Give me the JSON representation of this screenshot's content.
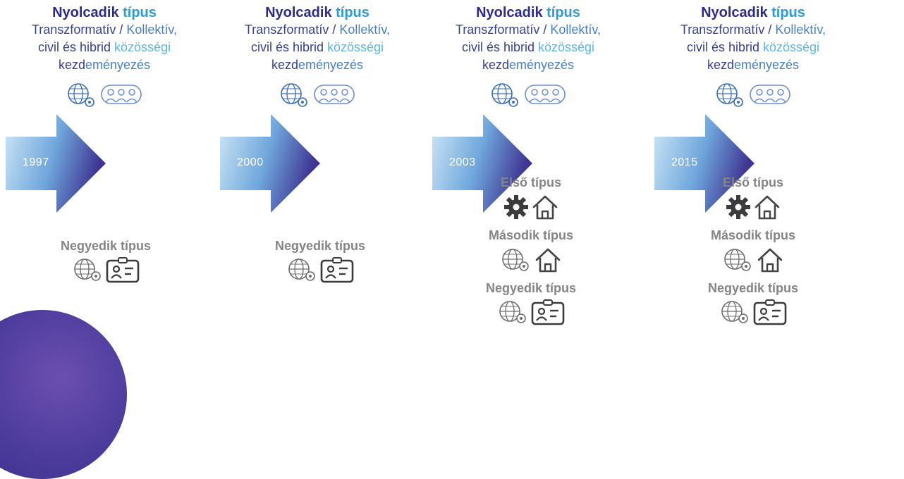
{
  "columns": [
    {
      "year": "1997",
      "top": {
        "title_a": "Nyolcadik",
        "title_b": "típus",
        "line1_a": "Transzformatív / ",
        "line1_b": "Kollektív,",
        "line2_a": "civil és hibrid ",
        "line2_b": "közösségi",
        "line3_a": "kezd",
        "line3_b": "eményezés"
      },
      "bottom": [
        {
          "label": "Negyedik típus",
          "icons": [
            "globe-gear-icon",
            "id-card-icon"
          ]
        }
      ]
    },
    {
      "year": "2000",
      "top": {
        "title_a": "Nyolcadik",
        "title_b": "típus",
        "line1_a": "Transzformatív / ",
        "line1_b": "Kollektív,",
        "line2_a": "civil és hibrid ",
        "line2_b": "közösségi",
        "line3_a": "kezd",
        "line3_b": "eményezés"
      },
      "bottom": [
        {
          "label": "Negyedik típus",
          "icons": [
            "globe-gear-icon",
            "id-card-icon"
          ]
        }
      ]
    },
    {
      "year": "2003",
      "top": {
        "title_a": "Nyolcadik",
        "title_b": "típus",
        "line1_a": "Transzformatív / ",
        "line1_b": "Kollektív,",
        "line2_a": "civil és hibrid ",
        "line2_b": "közösségi",
        "line3_a": "kezd",
        "line3_b": "eményezés"
      },
      "bottom": [
        {
          "label": "Első típus",
          "icons": [
            "gear-icon",
            "house-icon"
          ]
        },
        {
          "label": "Második típus",
          "icons": [
            "globe-gear-icon",
            "house-icon"
          ]
        },
        {
          "label": "Negyedik típus",
          "icons": [
            "globe-gear-icon",
            "id-card-icon"
          ]
        }
      ]
    },
    {
      "year": "2015",
      "top": {
        "title_a": "Nyolcadik",
        "title_b": "típus",
        "line1_a": "Transzformatív / ",
        "line1_b": "Kollektív,",
        "line2_a": "civil és hibrid ",
        "line2_b": "közösségi",
        "line3_a": "kezd",
        "line3_b": "eményezés"
      },
      "bottom": [
        {
          "label": "Első típus",
          "icons": [
            "gear-icon",
            "house-icon"
          ]
        },
        {
          "label": "Második típus",
          "icons": [
            "globe-gear-icon",
            "house-icon"
          ]
        },
        {
          "label": "Negyedik típus",
          "icons": [
            "globe-gear-icon",
            "id-card-icon"
          ]
        }
      ]
    }
  ],
  "colors": {
    "title_dark": "#2e2a8c",
    "title_light": "#2f9ad8",
    "gray_text": "#858585",
    "arrow_start": "#cfe9f7",
    "arrow_mid": "#6fa6dc",
    "arrow_end": "#3f3592"
  }
}
